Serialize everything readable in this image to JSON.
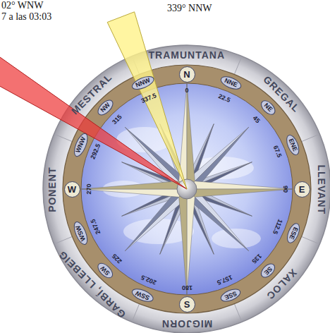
{
  "diagram": {
    "nodes": [
      {
        "text": [
          "N"
        ]
      },
      {
        "text": [
          "NNE"
        ]
      },
      {
        "text": [
          "NE"
        ]
      },
      {
        "text": [
          "ENE"
        ]
      },
      {
        "text": [
          "E"
        ]
      },
      {
        "text": [
          "ESE"
        ]
      },
      {
        "text": [
          "SE"
        ]
      },
      {
        "text": [
          "SSE"
        ]
      },
      {
        "text": [
          "S"
        ]
      },
      {
        "text": [
          "SSW"
        ]
      },
      {
        "text": [
          "SW"
        ]
      },
      {
        "text": [
          "WSW"
        ]
      },
      {
        "text": [
          "W"
        ]
      },
      {
        "text": [
          "WNW"
        ]
      },
      {
        "text": [
          "NW"
        ]
      },
      {
        "text": [
          "NNW"
        ]
      }
    ],
    "labels": [
      "02° WNW",
      "7 a las 03:03",
      "339° NNW",
      "TRAMUNTANA",
      "GREGAL",
      "LLEVANT",
      "XALOC",
      "MIGJORN",
      "GARBÍ, LLEBEIG",
      "PONENT",
      "MESTRAL",
      "0",
      "22.5",
      "45",
      "67.5",
      "90",
      "112.5",
      "135",
      "157.5",
      "180",
      "202.5",
      "225",
      "247.5",
      "270",
      "292.5",
      "315",
      "337.5"
    ]
  }
}
